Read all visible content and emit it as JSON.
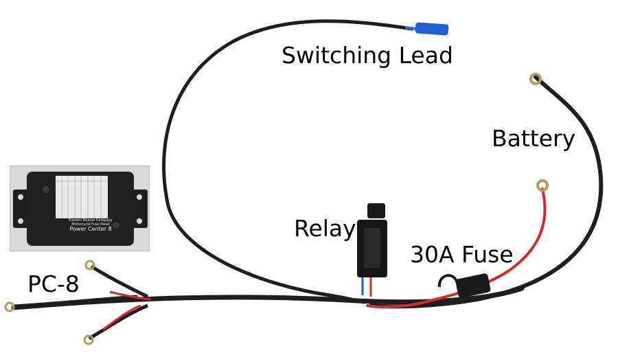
{
  "labels": {
    "switching_lead": "Switching Lead",
    "battery": "Battery",
    "relay": "Relay",
    "fuse": "30A Fuse",
    "pc8": "PC-8"
  },
  "inset_device": {
    "maker_line1": "Eastern Beaver Company",
    "maker_line2": "Motorcycle Fuse Panel",
    "model": "Power Center 8"
  },
  "colors": {
    "cable_black": "#1e1e1e",
    "wire_red": "#d42a2a",
    "connector_blue": "#1f5fd6",
    "terminal_brass": "#b89a55",
    "device_body": "#202020"
  }
}
